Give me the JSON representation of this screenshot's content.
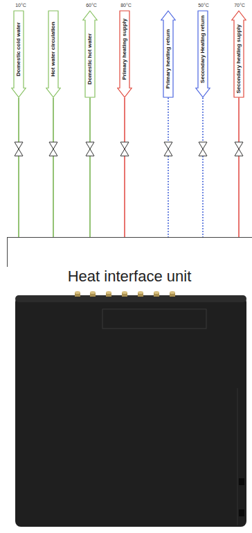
{
  "diagram": {
    "nodes": [
      {
        "text": [
          "Domestic cold water"
        ]
      },
      {
        "text": [
          "Hot water circulation"
        ]
      },
      {
        "text": [
          "Domestic hot water"
        ]
      },
      {
        "text": [
          "Primary heating supply"
        ]
      },
      {
        "text": [
          "Primary heating return"
        ]
      },
      {
        "text": [
          "Secondary Heating return"
        ]
      },
      {
        "text": [
          "Secondary heating supply"
        ]
      },
      {
        "text": [
          "Heat interface unit"
        ]
      }
    ],
    "edges": [
      {
        "from": 0,
        "to": 7,
        "arrow": "none"
      },
      {
        "from": 1,
        "to": 7,
        "arrow": "none"
      },
      {
        "from": 2,
        "to": 7,
        "arrow": "none"
      },
      {
        "from": 3,
        "to": 7,
        "arrow": "none"
      },
      {
        "from": 4,
        "to": 7,
        "arrow": "none"
      },
      {
        "from": 5,
        "to": 7,
        "arrow": "none"
      },
      {
        "from": 6,
        "to": 7,
        "arrow": "none"
      }
    ],
    "labels": [
      "10°C",
      "60°C",
      "80°C",
      "50°C",
      "70°C"
    ]
  }
}
